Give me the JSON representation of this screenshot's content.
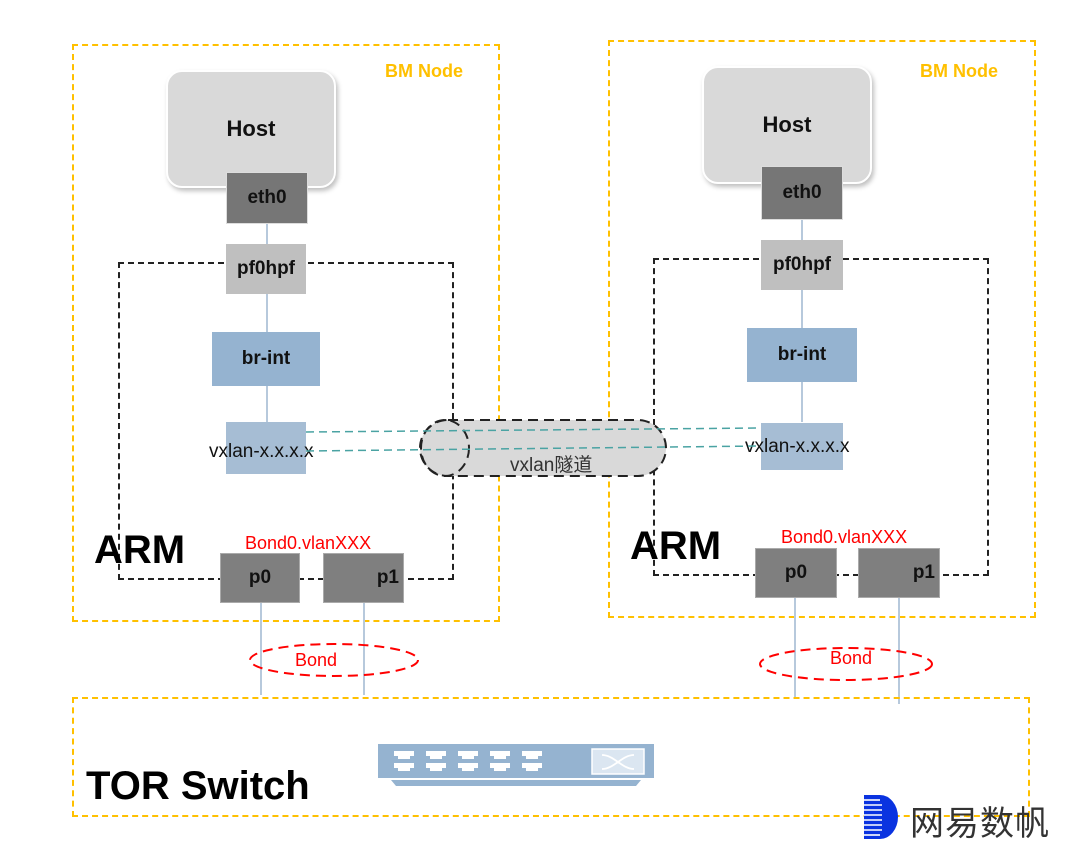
{
  "diagram": {
    "left_node": {
      "label": "BM Node",
      "host": "Host",
      "eth0": "eth0",
      "pf": "pf0hpf",
      "bridge": "br-int",
      "vxlan": "vxlan-x.x.x.x",
      "arm": "ARM",
      "bond_iface": "Bond0.vlanXXX",
      "port0": "p0",
      "port1": "p1",
      "bond": "Bond"
    },
    "right_node": {
      "label": "BM Node",
      "host": "Host",
      "eth0": "eth0",
      "pf": "pf0hpf",
      "bridge": "br-int",
      "vxlan": "vxlan-x.x.x.x",
      "arm": "ARM",
      "bond_iface": "Bond0.vlanXXX",
      "port0": "p0",
      "port1": "p1",
      "bond": "Bond"
    },
    "tunnel": "vxlan隧道",
    "tor": "TOR Switch",
    "colors": {
      "node_border": "#ffc000",
      "bond_red": "#ff0000",
      "tunnel_line": "#4aa3a3",
      "bridge_blue": "#95b3d0"
    }
  },
  "logo": {
    "text": "网易数帆",
    "icon": "netease-shufan-logo-icon"
  }
}
